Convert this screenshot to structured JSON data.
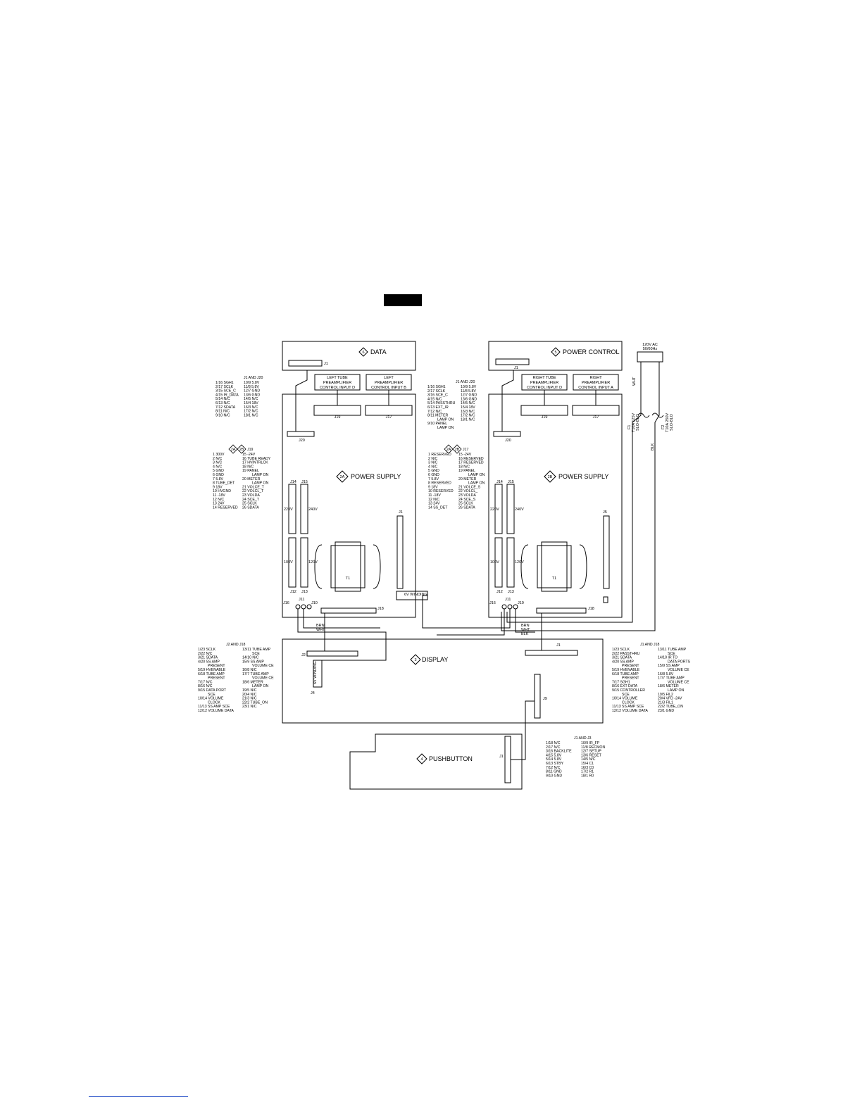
{
  "header_bar": "",
  "modules": {
    "data": {
      "num": "6",
      "title": "DATA",
      "j1": "J1"
    },
    "power_control": {
      "num": "5",
      "title": "POWER CONTROL",
      "j1": "J1"
    },
    "psu_a": {
      "num": "2A",
      "title": "POWER SUPPLY"
    },
    "psu_b": {
      "num": "2B",
      "title": "POWER SUPPLY"
    },
    "display": {
      "num": "3",
      "title": "DISPLAY"
    },
    "pushbutton": {
      "num": "4",
      "title": "PUSHBUTTON",
      "j1": "J1"
    }
  },
  "psu_labels": {
    "j20": "J20",
    "j19": "J19",
    "j17": "J17",
    "j14": "J14",
    "j15": "J15",
    "j12": "J12",
    "j13": "J13",
    "j1": "J1",
    "j16": "J16",
    "j11": "J11",
    "j10": "J10",
    "j18": "J18",
    "t1": "T1",
    "v220": "220V",
    "v240": "240V",
    "v100": "100V",
    "v120": "120V",
    "winding": "6V WINDING",
    "j5": "J5",
    "j9": "J9",
    "j4": "J4"
  },
  "input_boxes": {
    "left_tube": [
      "LEFT TUBE",
      "PREAMPLIFIER",
      "CONTROL INPUT D"
    ],
    "left": [
      "LEFT",
      "PREAMPLIFIER",
      "CONTROL INPUT B"
    ],
    "right_tube": [
      "RIGHT TUBE",
      "PREAMPLIFIER",
      "CONTROL INPUT D"
    ],
    "right": [
      "RIGHT",
      "PREAMPLIFIER",
      "CONTROL INPUT A"
    ]
  },
  "ac": {
    "title": [
      "120V AC",
      "50/60Hz"
    ],
    "wht": "WHT",
    "blk": "BLK",
    "f1": [
      "F1",
      "T10A 125V",
      "SLO-BLO"
    ],
    "f2": [
      "F2",
      "T10A 250V",
      "SLO-BLO"
    ]
  },
  "wires": {
    "brn": "BRN",
    "wht": "WHT",
    "blk": "BLK"
  },
  "pinouts": {
    "j1_j20_left": {
      "title": "J1 AND J20",
      "col1": [
        "1/16 SGH1",
        "2/17 SCLK",
        "3/15 SCE_C",
        "4/15 IR_DATA",
        "5/14 N/C",
        "6/13 N/C",
        "7/12 SDATA",
        "8/11 N/C",
        "9/10 N/C"
      ],
      "col2": [
        "10/9 5.8V",
        "11/8 5.8V",
        "12/7 GND",
        "13/6 GND",
        "14/5 N/C",
        "15/4 18V",
        "16/3 N/C",
        "17/2 N/C",
        "18/1 N/C"
      ]
    },
    "j1_j20_right": {
      "title": "J1 AND J20",
      "col1": [
        "1/16 SGH1",
        "2/17 SCLK",
        "3/16 SCE_C",
        "4/15 N/C",
        "5/14 PASSTHRU",
        "6/13 EXT_IR",
        "7/12 N/C",
        "8/11 METER",
        "LAMP ON",
        "9/10 PANEL",
        "LAMP ON"
      ],
      "col2": [
        "10/9 5.8V",
        "11/8 5.8V",
        "12/7 GND",
        "13/6 GND",
        "14/5 N/C",
        "15/4 18V",
        "16/3 N/C",
        "17/2 N/C",
        "18/1 N/C"
      ]
    },
    "j19_2a": {
      "title": "J19",
      "col1": [
        "1 300V",
        "2 N/C",
        "3 N/C",
        "4 N/C",
        "5 GND",
        "6 GND",
        "7 5.8V",
        "8 TUBE_DET",
        "9 18V",
        "10 HVGND",
        "11 -18V",
        "12 N/C",
        "13 24V",
        "14 RESERVED"
      ],
      "col2": [
        "15 -24V",
        "16 TUBE READY",
        "17 HVINTRLCK",
        "18 N/C",
        "19 PANEL",
        "LAMP ON",
        "20 METER",
        "LAMP ON",
        "21 VOLCE_T",
        "22 VOLCL_T",
        "23 VOLDA",
        "24 SCE_T",
        "25 SCLK",
        "26 SDATA"
      ]
    },
    "j17_2a": {
      "title": "J17",
      "col1": [
        "1 RESERVED",
        "2 N/C",
        "3 N/C",
        "4 N/C",
        "5 GND",
        "6 GND",
        "7 5.8V",
        "8 RESERVED",
        "9 18V",
        "10 RESERVED",
        "11 -18V",
        "12 N/C",
        "13 24V",
        "14 SS_DET"
      ],
      "col2": [
        "15 -24V",
        "16 RESERVED",
        "17 RESERVED",
        "18 N/C",
        "19 PANEL",
        "LAMP ON",
        "20 METER",
        "LAMP ON",
        "21 VOLCE_S",
        "22 VOLCL_",
        "23 VOLDA",
        "24 SCE_S",
        "25 SCLK",
        "26 SDATA"
      ]
    },
    "j2_j18": {
      "title": "J2 AND J18",
      "col1": [
        "1/23 SCLK",
        "2/22 N/C",
        "3/21 SDATA",
        "4/20 SS AMP",
        "PRESENT",
        "5/19 HVENABLE",
        "6/18 TUBE AMP",
        "PRESENT",
        "7/17 N/C",
        "8/16 N/C",
        "9/15 DATA PORT",
        "SCE",
        "10/14 VOLUME",
        "CLOCK",
        "11/13 SS AMP SCE",
        "12/12 VOLUME DATA"
      ],
      "col2": [
        "13/11 TUBE AMP",
        "SCE",
        "14/10 N/C",
        "15/9 SS AMP",
        "VOLUME CE",
        "16/8 N/C",
        "17/7 TUBE AMP",
        "VOLUME CE",
        "18/6 METER",
        "LAMP ON",
        "19/5 N/C",
        "20/4 N/C",
        "21/3 N/C",
        "22/2 TUBE_ON",
        "23/1 N/C"
      ]
    },
    "j1_j18": {
      "title": "J1 AND J18",
      "col1": [
        "1/23 SCLK",
        "2/22 PASSTHRU",
        "3/21 SDATA",
        "4/20 SS AMP",
        "PRESENT",
        "5/19 HVENABLE",
        "6/18 TUBE AMP",
        "PRESENT",
        "7/17 SGH1",
        "8/16 EXT DATA",
        "9/15 CONTROLLER",
        "SCE",
        "10/14 VOLUME",
        "CLOCK",
        "11/13 SS AMP SCE",
        "12/12 VOLUME DATA"
      ],
      "col2": [
        "13/11 TUBE AMP",
        "SCE",
        "14/10 IR TO",
        "DATA PORTS",
        "15/9 SS AMP",
        "VOLUME CE",
        "16/8 5.8V",
        "17/7 TUBE AMP",
        "VOLUME CE",
        "18/6 METER",
        "LAMP ON",
        "19/5 FIL2",
        "20/4 VFD -24V",
        "21/3 FIL1",
        "22/2 TUBE_ON",
        "23/1 GND"
      ]
    },
    "j1_j3": {
      "title": "J1 AND J3",
      "col1": [
        "1/18 N/C",
        "2/17 N/C",
        "3/16 BACKLITE",
        "4/15 5.8V",
        "5/14 5.8V",
        "6/13 STBY",
        "7/12 N/C",
        "8/11 GND",
        "9/10 GND"
      ],
      "col2": [
        "10/9 IR_FP",
        "11/8 RECMON",
        "12/7 SETUP",
        "13/6 RESET",
        "14/5 N/C",
        "15/4 C1",
        "16/3 C0",
        "17/2 R1",
        "18/1 R0"
      ]
    }
  }
}
